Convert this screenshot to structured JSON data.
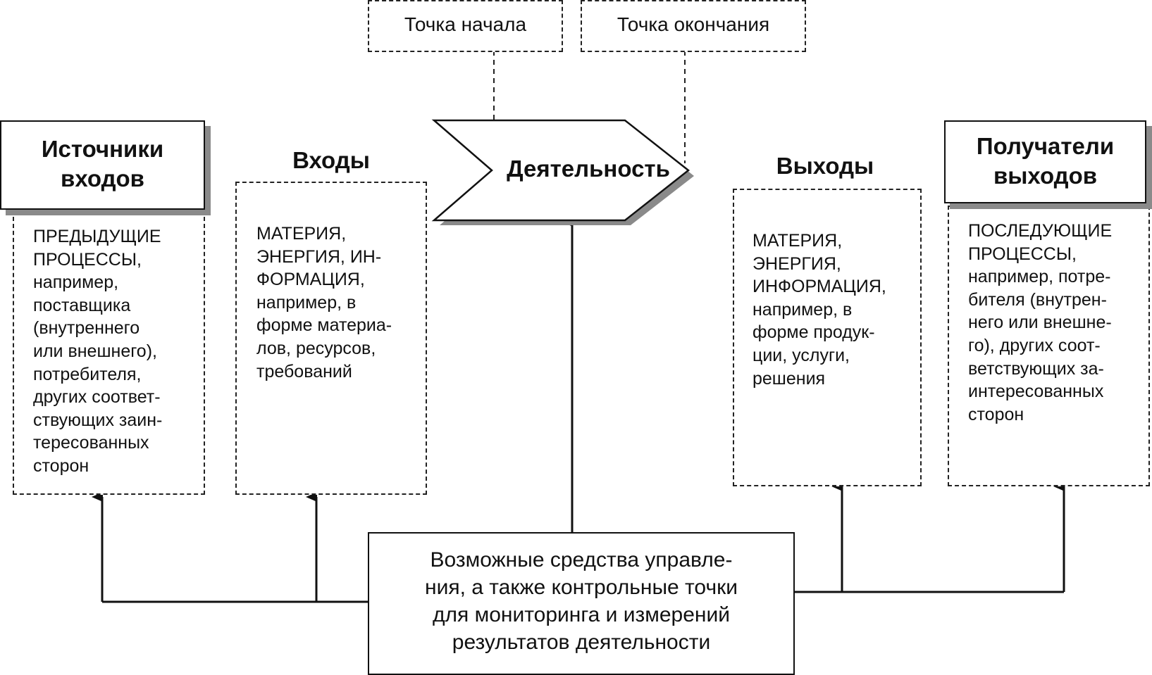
{
  "top_labels": {
    "start_point": "Точка начала",
    "end_point": "Точка окончания"
  },
  "activity": {
    "label": "Деятельность"
  },
  "sources": {
    "title": "Источники\nвходов",
    "text": "ПРЕДЫДУЩИЕ\nПРОЦЕССЫ,\nнапример,\nпоставщика\n(внутреннего\nили внешнего),\nпотребителя,\nдругих соответ-\nствующих заин-\nтересованных\nсторон"
  },
  "inputs": {
    "title": "Входы",
    "text": "МАТЕРИЯ,\nЭНЕРГИЯ, ИН-\nФОРМАЦИЯ,\nнапример, в\nформе материа-\nлов, ресурсов,\nтребований"
  },
  "outputs": {
    "title": "Выходы",
    "text": "МАТЕРИЯ,\nЭНЕРГИЯ,\nИНФОРМАЦИЯ,\nнапример, в\nформе продук-\nции, услуги,\nрешения"
  },
  "receivers": {
    "title": "Получатели\nвыходов",
    "text": "ПОСЛЕДУЮЩИЕ\nПРОЦЕССЫ,\nнапример, потре-\nбителя (внутрен-\nнего или внешне-\nго), других соот-\nветствующих за-\nинтересованных\nсторон"
  },
  "controls": {
    "text": "Возможные средства управле-\nния, а также контрольные точки\nдля мониторинга и измерений\nрезультатов деятельности"
  }
}
